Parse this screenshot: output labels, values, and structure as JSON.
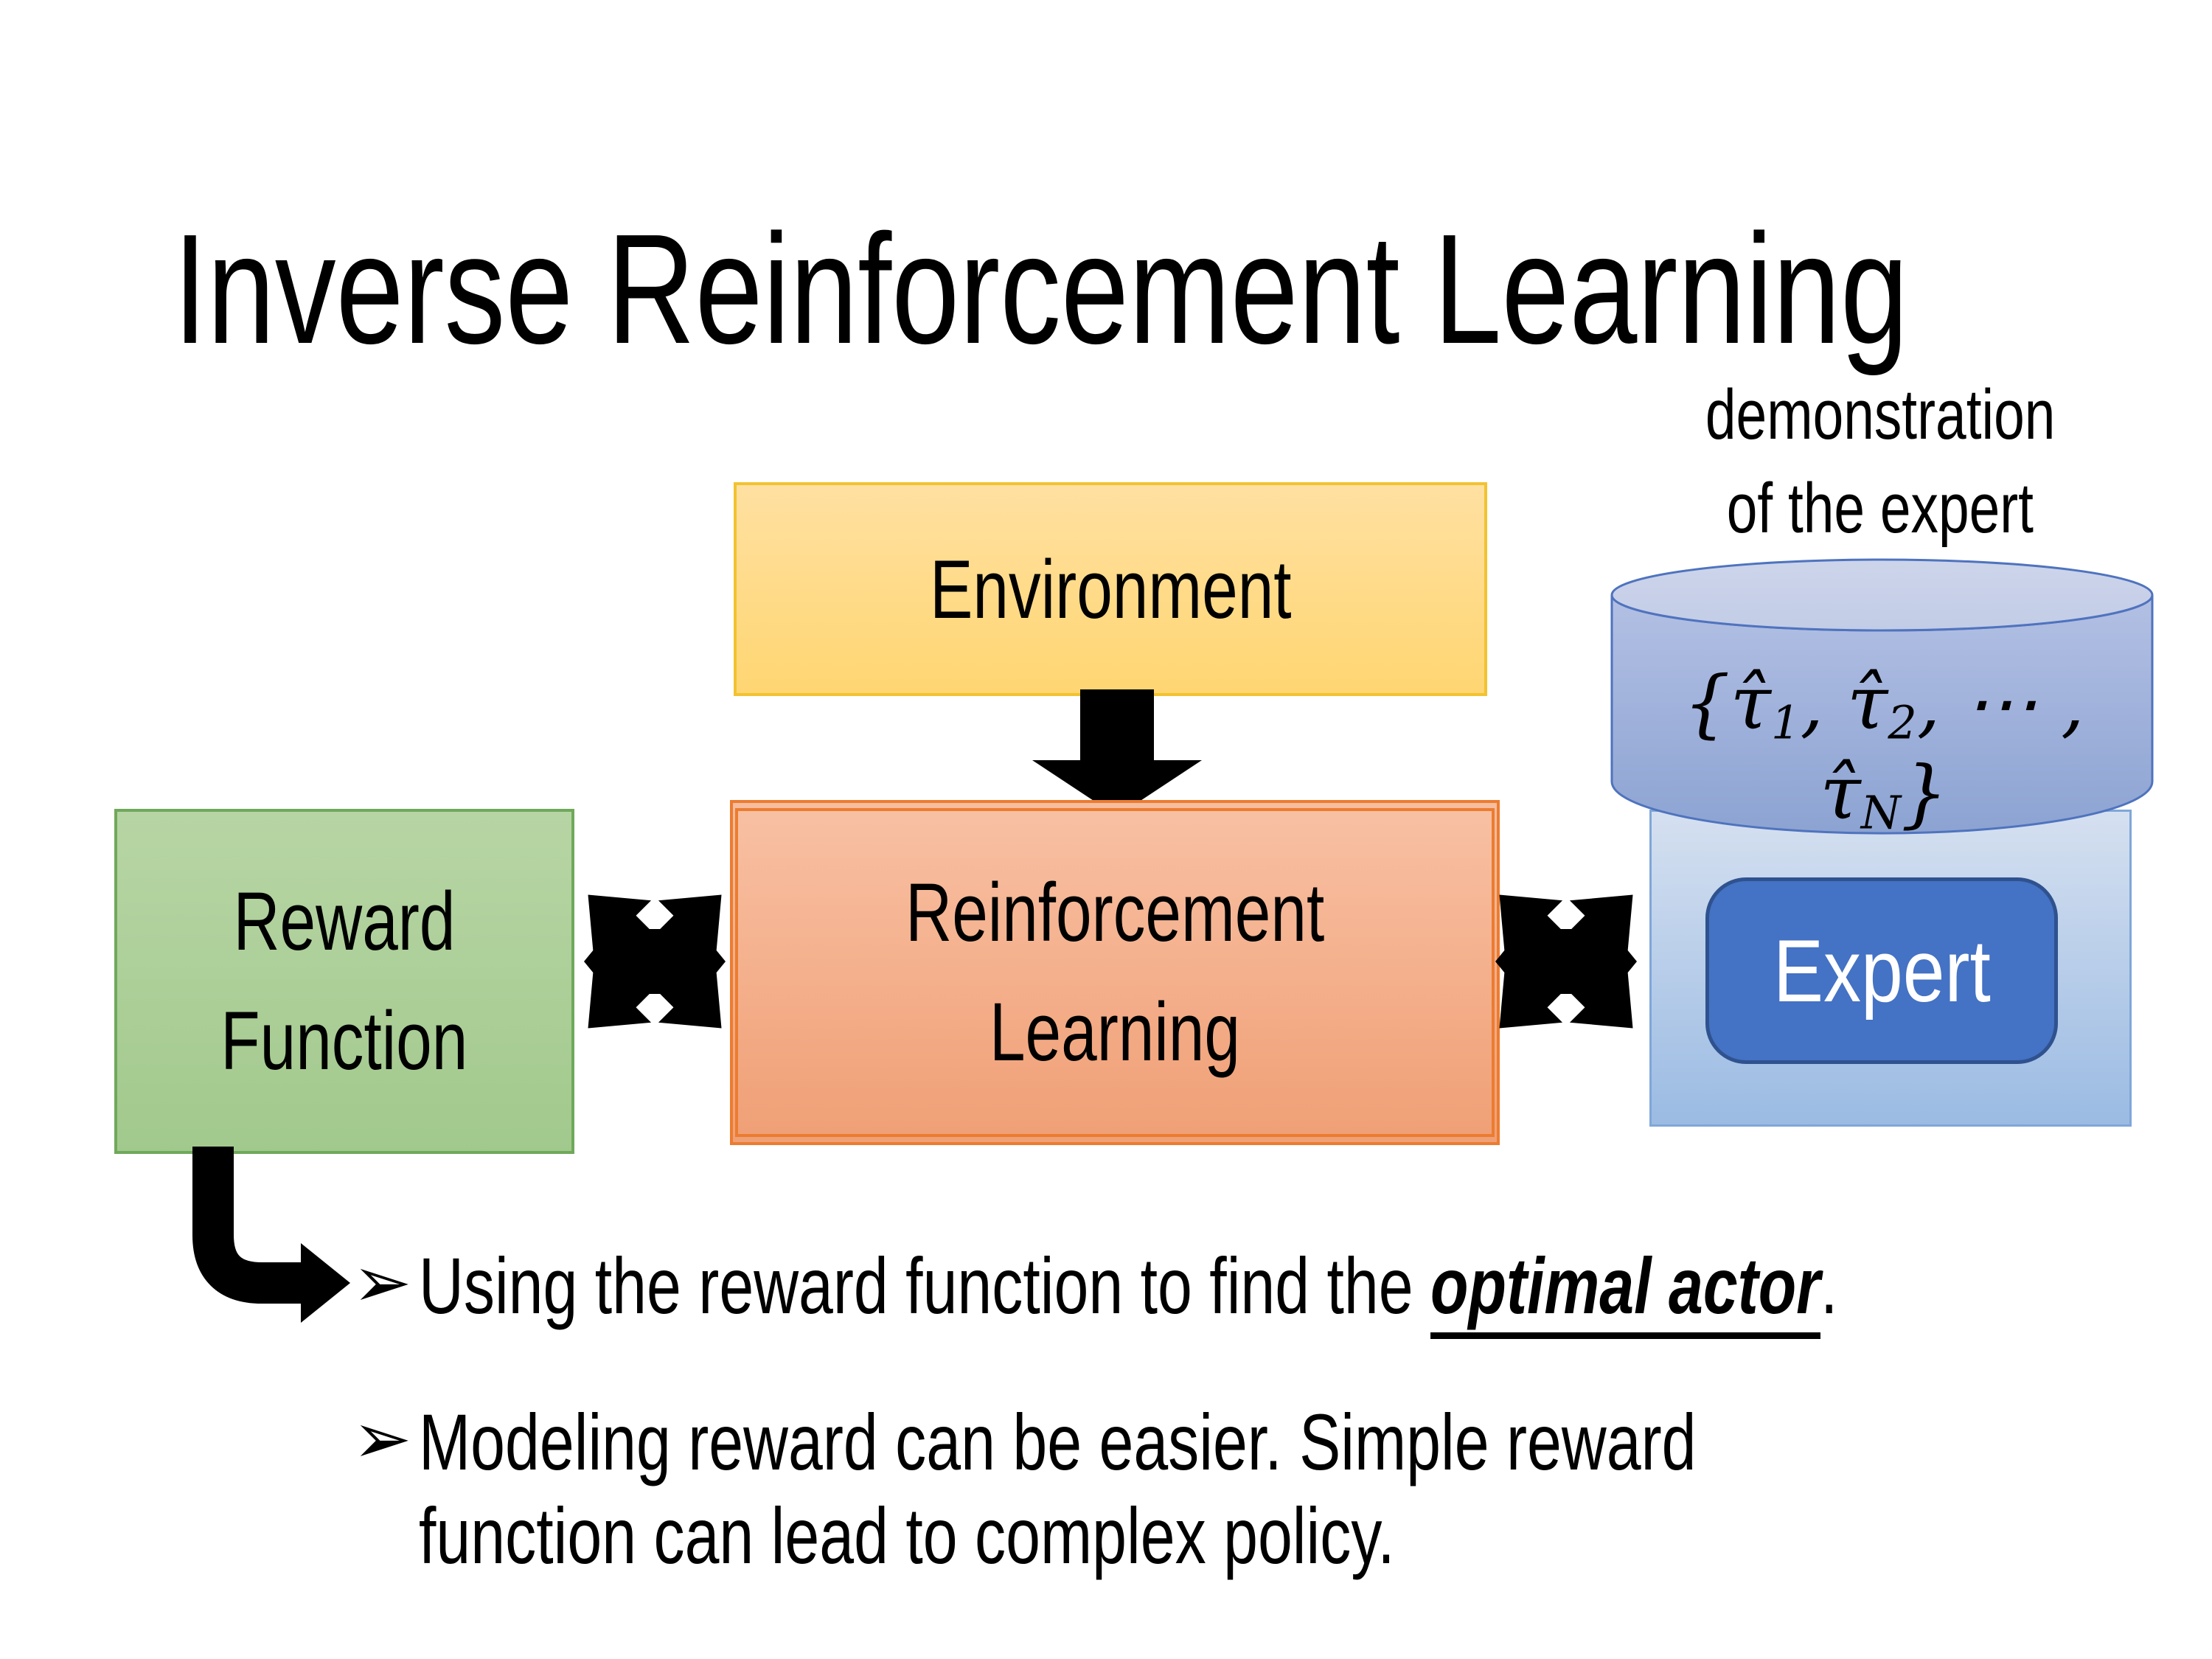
{
  "slide": {
    "title": "Inverse Reinforcement Learning",
    "demo_label": {
      "line1": "demonstration",
      "line2": "of the expert"
    },
    "boxes": {
      "environment": "Environment",
      "reward": {
        "line1": "Reward",
        "line2": "Function"
      },
      "rl": {
        "line1": "Reinforcement",
        "line2": "Learning"
      },
      "expert": "Expert"
    },
    "math": {
      "p1": "{τ̂",
      "s1": "1",
      "p2": ", τ̂",
      "s2": "2",
      "p3": ", ⋯ , τ̂",
      "s3": "N",
      "p4": "}"
    },
    "bullets": {
      "marker": "➢",
      "item1": {
        "pre": "Using the reward function to find the ",
        "em": "optimal actor",
        "post": "."
      },
      "item2": {
        "line1": "Modeling reward can be easier. Simple reward",
        "line2": "function can lead to complex policy."
      }
    },
    "colors": {
      "environment_fill": "#ffd966",
      "environment_border": "#f2c230",
      "reward_fill": "#a9d18e",
      "reward_border": "#6fa95b",
      "rl_fill": "#f4b183",
      "rl_border": "#ec7c30",
      "cylinder_fill": "#97acd8",
      "cylinder_top_fill": "#cbd3ea",
      "cylinder_border": "#4f73be",
      "expert_outer_fill": "#9bbbe3",
      "expert_outer_border": "#7fa7d9",
      "expert_btn_fill": "#4472c4",
      "expert_btn_border": "#2f528f",
      "arrow_color": "#000000"
    }
  }
}
